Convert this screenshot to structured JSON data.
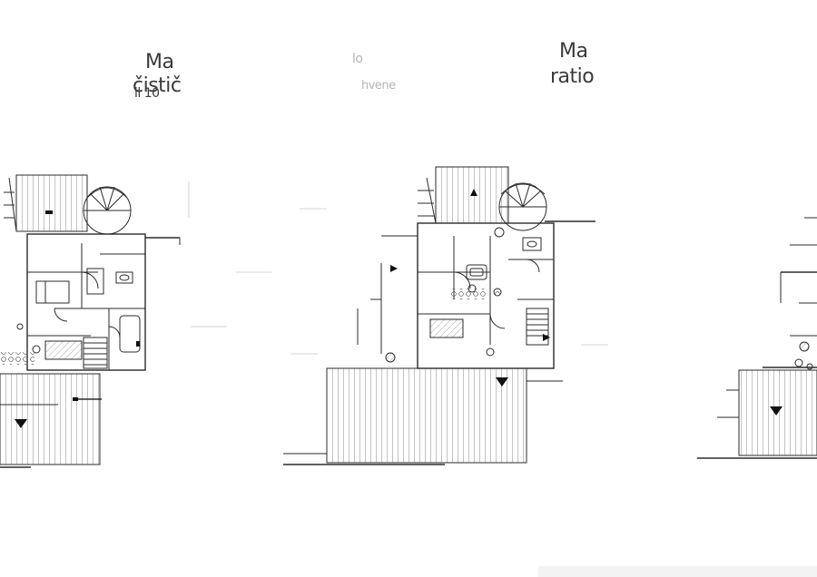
{
  "labels": {
    "left_line1": "Ma",
    "left_line2": "čistič",
    "left_line3": "il 10",
    "mid_line1": "lo",
    "mid_line2": "hvene",
    "right_line1": "Ma",
    "right_line2": "ratio"
  },
  "colors": {
    "background": "#ffffff",
    "line": "#2b2b2b",
    "faint_line": "#9a9a9a",
    "marker": "#111111"
  },
  "icons": [
    "north-arrow-icon",
    "door-swing-icon",
    "staircase-icon",
    "bathtub-icon",
    "sink-icon",
    "shrub-icon"
  ]
}
